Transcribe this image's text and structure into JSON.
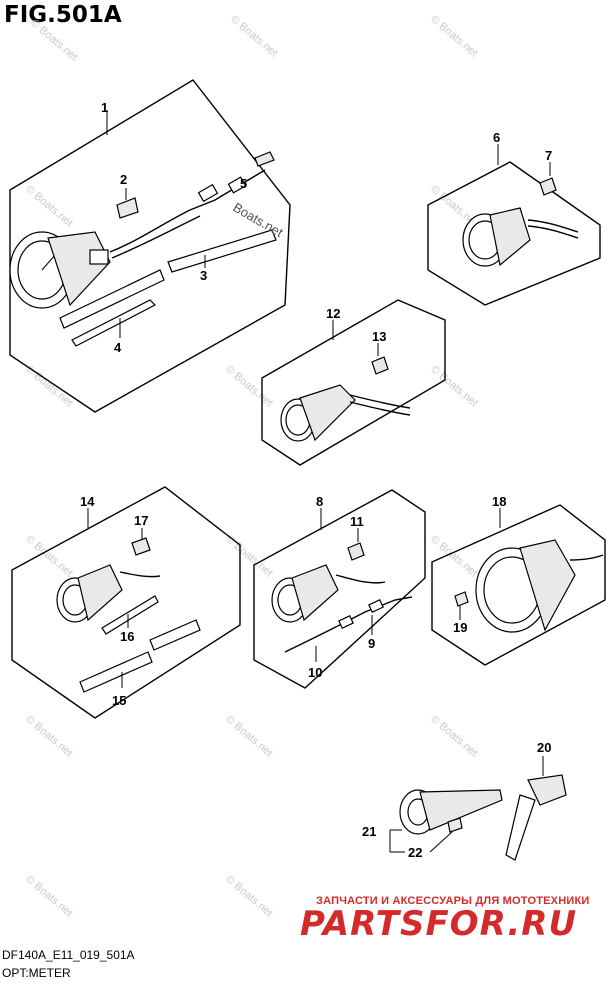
{
  "figure": {
    "title": "FIG.501A"
  },
  "footer": {
    "code": "DF140A_E11_019_501A",
    "subtitle": "OPT:METER"
  },
  "watermark": {
    "text": "© Boats.net",
    "inline_text": "Boats.net"
  },
  "brand": {
    "tagline": "ЗАПЧАСТИ И АКСЕССУАРЫ ДЛЯ МОТОТЕХНИКИ",
    "name": "PARTSFOR.RU",
    "color": "#d42a2a"
  },
  "callouts": [
    "1",
    "2",
    "3",
    "4",
    "5",
    "6",
    "7",
    "8",
    "9",
    "10",
    "11",
    "12",
    "13",
    "14",
    "15",
    "16",
    "17",
    "18",
    "19",
    "20",
    "21",
    "22"
  ]
}
